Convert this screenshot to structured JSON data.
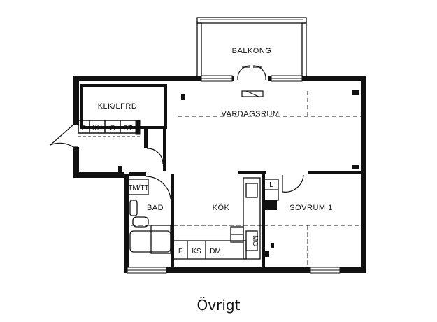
{
  "rooms": {
    "balkong": "BALKONG",
    "vardagsrum": "VARDAGSRUM",
    "klk_lfrd": "KLK/LFRD",
    "kok": "KÖK",
    "bad": "BAD",
    "sovrum": "SOVRUM 1"
  },
  "fixtures": {
    "p": "P",
    "kh": "KH",
    "g": "G",
    "st": "ST",
    "tm_tt": "TM/TT",
    "l": "L",
    "f": "F",
    "ks": "KS",
    "dm": "DM",
    "mo": "MO"
  },
  "caption": "Övrigt"
}
